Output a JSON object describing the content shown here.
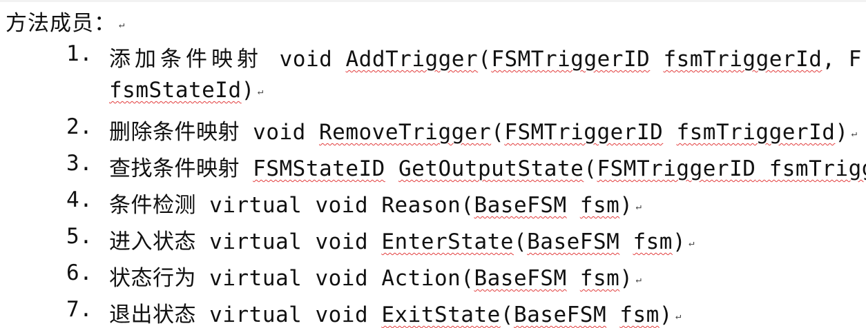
{
  "heading": "方法成员：",
  "para_mark": "↵",
  "items": [
    {
      "num": "1.",
      "cn": "添加条件映射  ",
      "sig_plain": "void ",
      "sig_a": "AddTrigger",
      "sig_b": "(",
      "sig_c": "FSMTriggerID",
      "sig_d": " ",
      "sig_e": "fsmTriggerId",
      "sig_f": ", F",
      "cont_a": "fsmStateId",
      "cont_b": ")"
    },
    {
      "num": "2.",
      "cn": "删除条件映射 ",
      "sig_plain": "void ",
      "sig_a": "RemoveTrigger",
      "sig_b": "(",
      "sig_c": "FSMTriggerID",
      "sig_d": " ",
      "sig_e": "fsmTriggerId",
      "sig_f": ")"
    },
    {
      "num": "3.",
      "cn": "查找条件映射 ",
      "sig_plain": "",
      "sig_a": "FSMStateID",
      "sig_b": " ",
      "sig_c": "GetOutputState",
      "sig_d": "(",
      "sig_e": "FSMTriggerID",
      "sig_f": " fsmTrigger"
    },
    {
      "num": "4.",
      "cn": "条件检测 ",
      "sig_plain": "virtual void ",
      "sig_a": "Reason",
      "sig_b": "(",
      "sig_c": "BaseFSM",
      "sig_d": " ",
      "sig_e": "fsm",
      "sig_f": ")"
    },
    {
      "num": "5.",
      "cn": "进入状态 ",
      "sig_plain": "virtual void ",
      "sig_a": "EnterState",
      "sig_b": "(",
      "sig_c": "BaseFSM",
      "sig_d": " ",
      "sig_e": "fsm",
      "sig_f": ")"
    },
    {
      "num": "6.",
      "cn": "状态行为 ",
      "sig_plain": "virtual void ",
      "sig_a": "Action",
      "sig_b": "(",
      "sig_c": "BaseFSM",
      "sig_d": " ",
      "sig_e": "fsm",
      "sig_f": ")"
    },
    {
      "num": "7.",
      "cn": "退出状态 ",
      "sig_plain": "virtual void ",
      "sig_a": "ExitState",
      "sig_b": "(",
      "sig_c": "BaseFSM",
      "sig_d": " ",
      "sig_e": "fsm",
      "sig_f": ")"
    }
  ]
}
